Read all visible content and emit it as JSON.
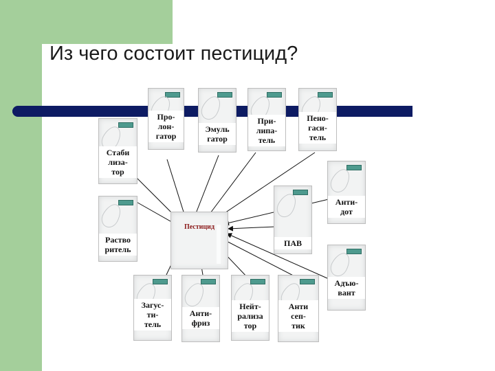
{
  "title": "Из чего состоит пестицид?",
  "center": "Пестицид",
  "components": {
    "prolongator": [
      "Про-",
      "лон-",
      "гатор"
    ],
    "emulgator": [
      "Эмуль",
      "гатор"
    ],
    "prilipatel": [
      "При-",
      "липа-",
      "тель"
    ],
    "penogasitel": [
      "Пено-",
      "гаси-",
      "тель"
    ],
    "stabilizator": [
      "Стаби",
      "лиза-",
      "тор"
    ],
    "antidot": [
      "Анти-",
      "дот"
    ],
    "rastvoritel": [
      "Раство",
      "ритель"
    ],
    "pav": [
      "ПАВ"
    ],
    "adyuvant": [
      "Адъю-",
      "вант"
    ],
    "zagustitel": [
      "Загус-",
      "ти-",
      "тель"
    ],
    "antifriz": [
      "Анти-",
      "фриз"
    ],
    "neitralizator": [
      "Нейт-",
      "рализа",
      "тор"
    ],
    "antiseptik": [
      "Анти",
      "сеп-",
      "тик"
    ]
  },
  "colors": {
    "accent_green": "#a4cf9b",
    "bar_navy": "#0d1b63",
    "cap_teal": "#4e9a8e",
    "center_text": "#8b1a1a"
  }
}
